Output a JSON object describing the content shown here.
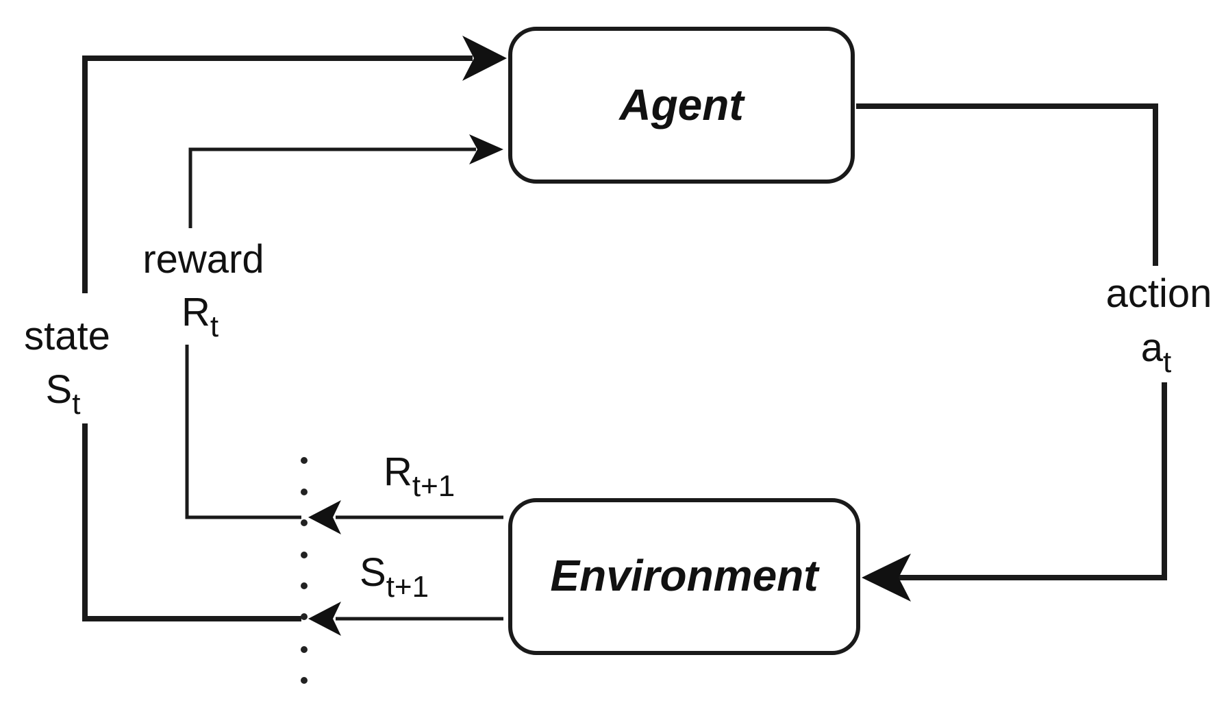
{
  "nodes": {
    "agent": {
      "label": "Agent"
    },
    "environment": {
      "label": "Environment"
    }
  },
  "edges": {
    "state": {
      "word": "state",
      "symbol": "S",
      "subscript": "t"
    },
    "reward": {
      "word": "reward",
      "symbol": "R",
      "subscript": "t"
    },
    "action": {
      "word": "action",
      "symbol": "a",
      "subscript": "t"
    },
    "next_reward": {
      "symbol": "R",
      "subscript": "t+1"
    },
    "next_state": {
      "symbol": "S",
      "subscript": "t+1"
    }
  }
}
